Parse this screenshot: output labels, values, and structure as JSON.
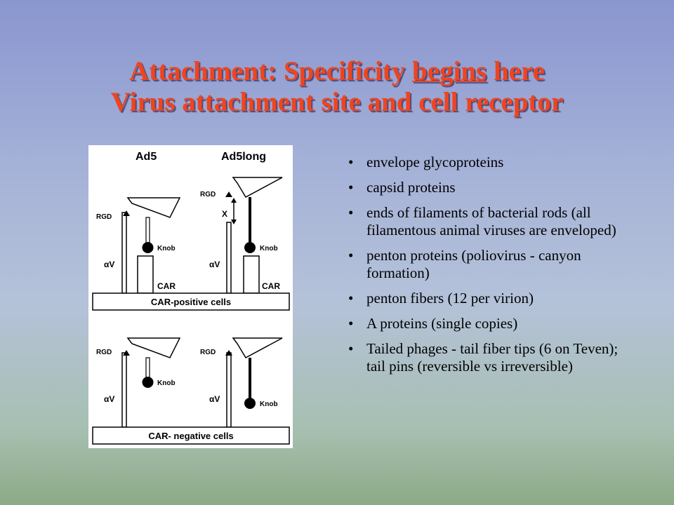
{
  "slide": {
    "title_line1_a": "Attachment: Specificity ",
    "title_line1_u": "begins",
    "title_line1_b": " here",
    "title_line2": "Virus attachment site and cell receptor"
  },
  "figure": {
    "label_ad5": "Ad5",
    "label_ad5long": "Ad5long",
    "rgd": "RGD",
    "x": "X",
    "knob": "Knob",
    "alpha_v": "αV",
    "car": "CAR",
    "car_positive": "CAR-positive cells",
    "car_negative": "CAR- negative cells"
  },
  "bullets": [
    "envelope glycoproteins",
    "capsid proteins",
    "ends of filaments of bacterial rods (all filamentous animal viruses are enveloped)",
    "penton proteins (poliovirus - canyon formation)",
    "penton fibers (12 per virion)",
    "A proteins (single copies)",
    "Tailed phages - tail fiber tips (6 on Teven); tail pins (reversible vs irreversible)"
  ]
}
